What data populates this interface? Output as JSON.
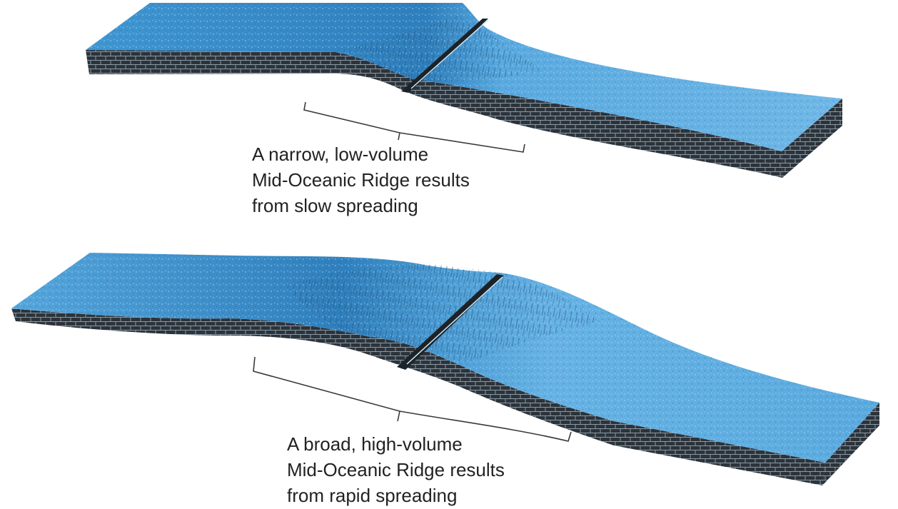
{
  "colors": {
    "ocean_surface": "#4a9fd6",
    "ocean_surface_light": "#7cc0ea",
    "ocean_surface_dark": "#2f7fbd",
    "crust_side": "#2c333a",
    "crust_grid": "#8a9aa6",
    "ridge_axis": "#1c2328",
    "bracket": "#3a3a3a",
    "text": "#222222"
  },
  "panels": [
    {
      "id": "slow-spreading",
      "caption_lines": [
        "A narrow, low-volume",
        "Mid-Oceanic Ridge results",
        "from slow spreading"
      ]
    },
    {
      "id": "rapid-spreading",
      "caption_lines": [
        "A broad, high-volume",
        "Mid-Oceanic Ridge results",
        "from rapid spreading"
      ]
    }
  ]
}
